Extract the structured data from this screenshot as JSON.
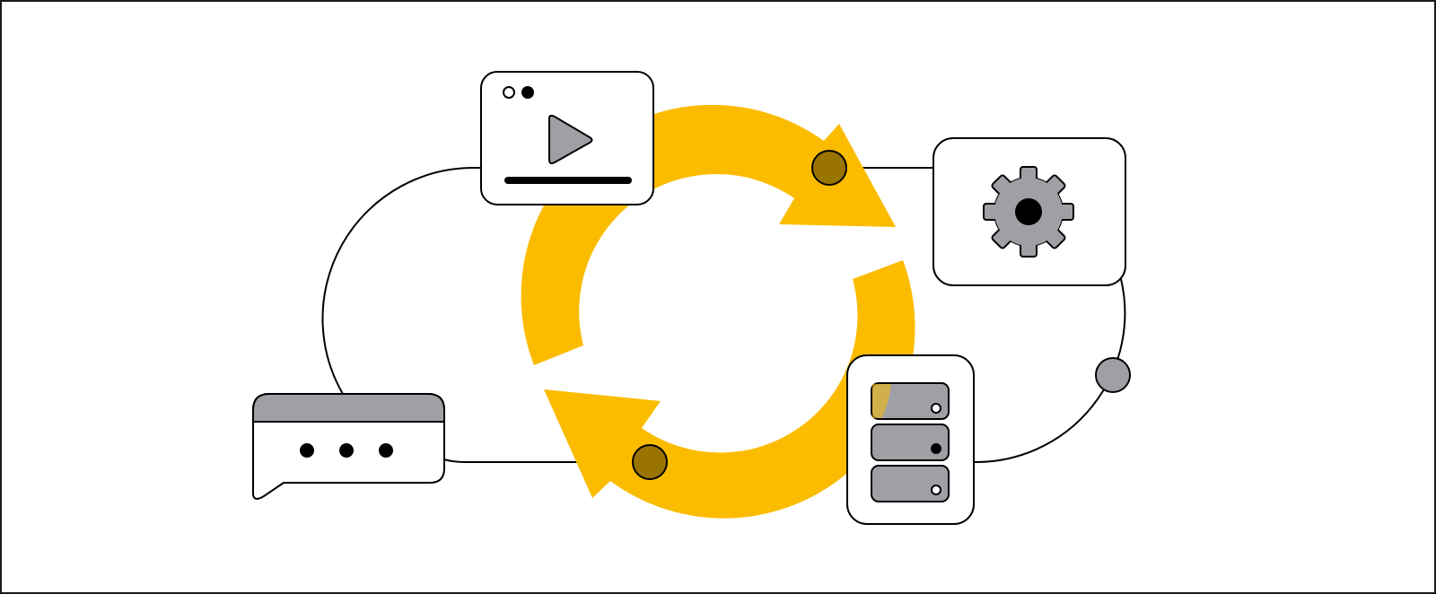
{
  "diagram": {
    "colors": {
      "background": "#ffffff",
      "frame": "#1a1a1a",
      "stroke": "#000000",
      "accent": "#fbbc00",
      "accent_dark": "#9a7400",
      "gray": "#9ea0a5",
      "card_fill": "#ffffff"
    },
    "cycle_arrows": {
      "direction": "clockwise",
      "count": 2
    },
    "nodes": [
      {
        "id": "video-player",
        "icon": "play-icon"
      },
      {
        "id": "settings",
        "icon": "gear-icon"
      },
      {
        "id": "server-stack",
        "icon": "server-icon"
      },
      {
        "id": "chat-message",
        "icon": "chat-bubble-icon"
      }
    ],
    "connectors": [
      {
        "from": "video-player",
        "to": "settings"
      },
      {
        "from": "settings",
        "to": "server-stack"
      },
      {
        "from": "server-stack",
        "to": "chat-message"
      },
      {
        "from": "chat-message",
        "to": "video-player"
      }
    ]
  }
}
